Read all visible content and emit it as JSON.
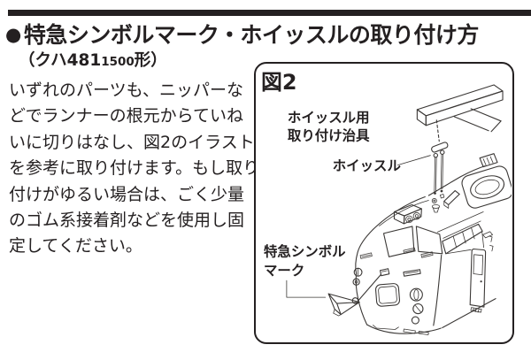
{
  "colors": {
    "ink": "#242021",
    "line": "#3b3836",
    "background": "#ffffff"
  },
  "header": {
    "bullet": "●",
    "title": "特急シンボルマーク・ホイッスルの取り付け方",
    "model_prefix": "（クハ481",
    "model_number": "1500",
    "model_suffix": "形）"
  },
  "instructions": {
    "lines": [
      "いずれのパーツも、ニッパーな",
      "どでランナーの根元からていね",
      "いに切りはなし、図2のイラスト",
      "を参考に取り付けます。もし取り",
      "付けがゆるい場合は、ごく少量",
      "のゴム系接着剤などを使用し固",
      "定してください。"
    ]
  },
  "figure": {
    "label": "図2",
    "callouts": {
      "jig_line1": "ホイッスル用",
      "jig_line2": "取り付け治具",
      "whistle": "ホイッスル",
      "symbol_line1": "特急シンボル",
      "symbol_line2": "マーク"
    }
  }
}
